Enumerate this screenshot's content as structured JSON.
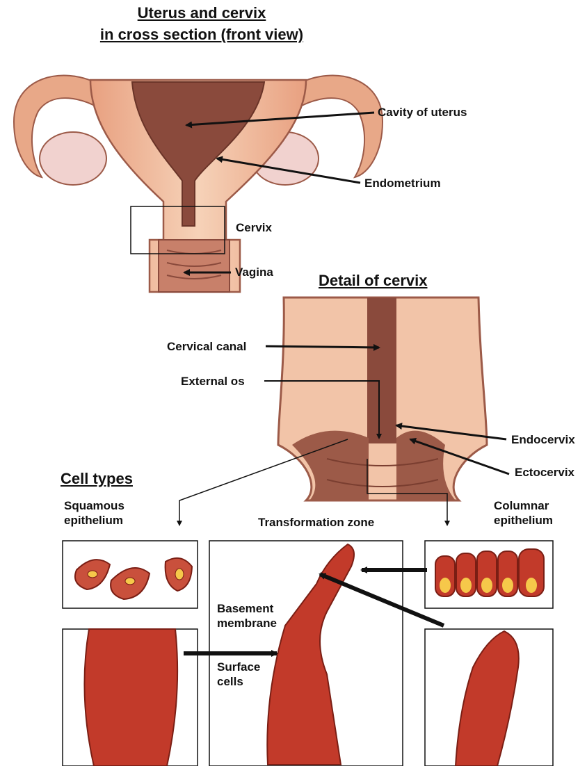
{
  "titles": {
    "main_line1": "Uterus and cervix",
    "main_line2": "in cross section (front view)",
    "detail": "Detail of cervix",
    "cell_types": "Cell types"
  },
  "labels": {
    "cavity": "Cavity of uterus",
    "endometrium": "Endometrium",
    "cervix": "Cervix",
    "vagina": "Vagina",
    "cervical_canal": "Cervical canal",
    "external_os": "External os",
    "endocervix": "Endocervix",
    "ectocervix": "Ectocervix",
    "squamous_line1": "Squamous",
    "squamous_line2": "epithelium",
    "transformation_zone": "Transformation zone",
    "columnar_line1": "Columnar",
    "columnar_line2": "epithelium",
    "basement_line1": "Basement",
    "basement_line2": "membrane",
    "surface_line1": "Surface",
    "surface_line2": "cells"
  },
  "colors": {
    "tissue_light": "#f2c4a8",
    "tissue_mid": "#e8a080",
    "tissue_dark": "#9c5a48",
    "cavity": "#8a4a3c",
    "cell_red": "#c23a2a",
    "cell_dark": "#7a1e14",
    "nucleus": "#f6c84a",
    "ovary": "#f1d2cf"
  }
}
